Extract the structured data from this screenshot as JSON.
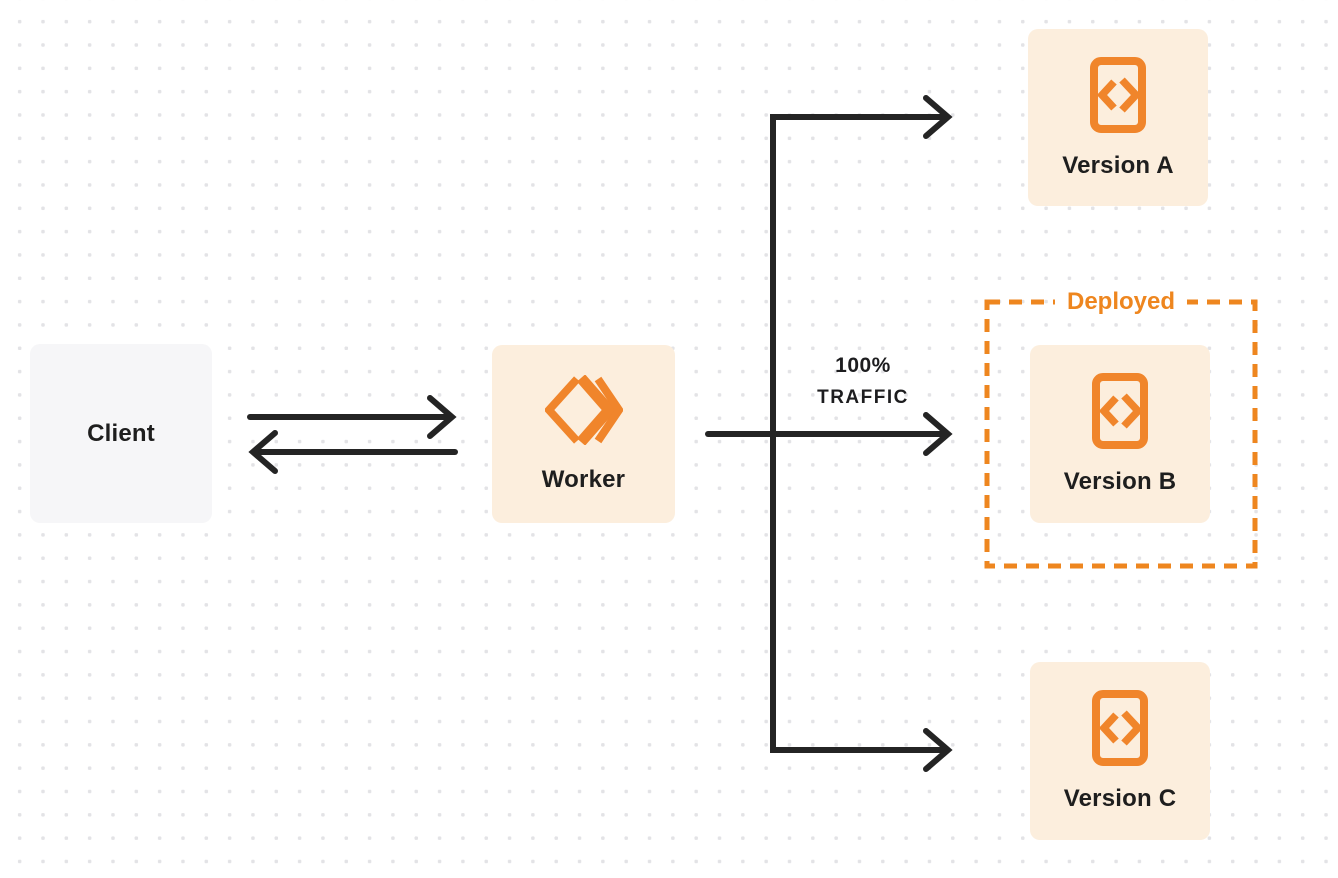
{
  "diagram": {
    "nodes": {
      "client": {
        "label": "Client"
      },
      "worker": {
        "label": "Worker"
      },
      "version_a": {
        "label": "Version A"
      },
      "version_b": {
        "label": "Version B"
      },
      "version_c": {
        "label": "Version C"
      }
    },
    "deployed": {
      "label": "Deployed"
    },
    "traffic": {
      "line1": "100%",
      "line2": "TRAFFIC"
    },
    "colors": {
      "accent_orange": "#ee861f",
      "node_fill_cream": "#fceedd",
      "client_fill_gray": "#f6f6f8",
      "connector_dark": "#242424",
      "grid_dot": "#e3e3e6",
      "background": "#ffffff"
    }
  }
}
